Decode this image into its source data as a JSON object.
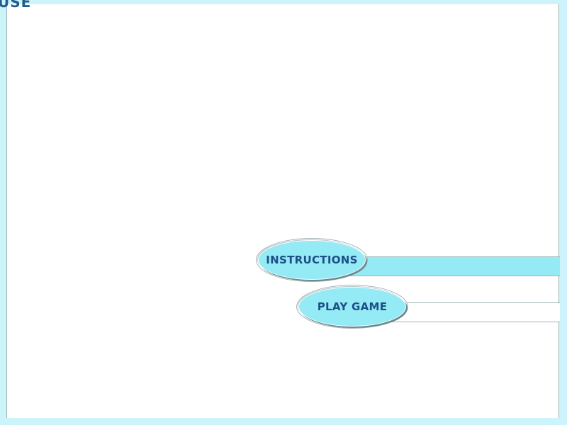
{
  "corner_title": "USE",
  "menu": {
    "instructions_label": "INSTRUCTIONS",
    "play_label": "PLAY GAME"
  },
  "colors": {
    "background": "#cdf4fb",
    "button": "#94eaf5",
    "label": "#1d4f86"
  }
}
